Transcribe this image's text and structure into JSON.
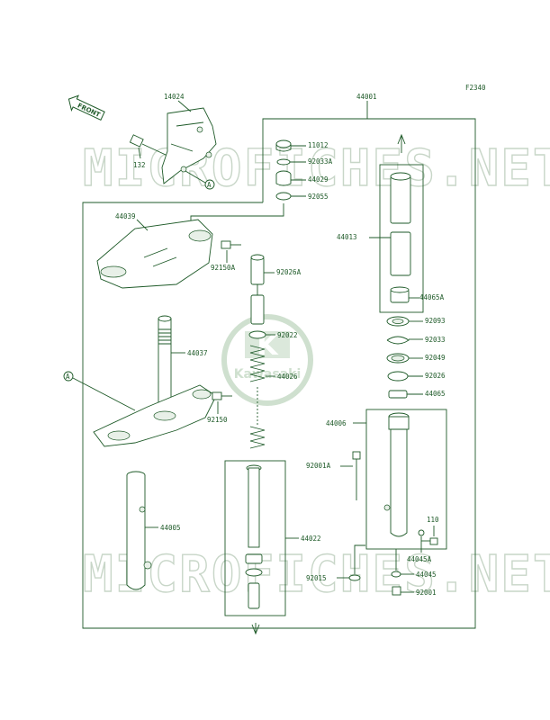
{
  "page_code": "F2340",
  "front_label": "FRONT",
  "watermark_text": "MICROFICHES.NET",
  "logo_letter": "K",
  "logo_text": "Kawasaki",
  "ref_a": "A",
  "colors": {
    "line": "#1e5a28",
    "watermark": "#c8d6c8",
    "logo": "#d8e4d8"
  },
  "labels": [
    "14024",
    "132",
    "44001",
    "11012",
    "92033A",
    "44029",
    "92055",
    "44039",
    "92150A",
    "92026A",
    "44013",
    "44065A",
    "92093",
    "92033",
    "92049",
    "92026",
    "44065",
    "92022",
    "44026",
    "44037",
    "92150",
    "44006",
    "92001A",
    "110",
    "44005",
    "44045A",
    "44022",
    "44045",
    "92015",
    "92001"
  ]
}
